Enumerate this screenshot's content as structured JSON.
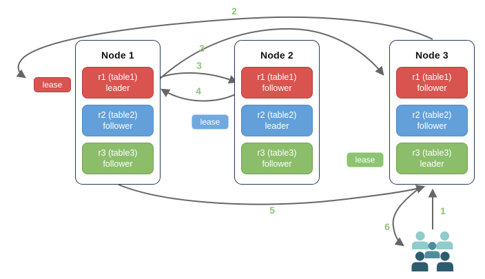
{
  "title": "Distributed replication diagram",
  "colors": {
    "background": "#ffffff",
    "node_border": "#26375b",
    "red": "#d9534f",
    "red_border": "#b5423e",
    "blue": "#63a0d9",
    "blue_border": "#4d8cc6",
    "green": "#8bbd6b",
    "green_border": "#6da24c",
    "lease_blue": "#6fa9e0",
    "lease_blue_border": "#b3d0ee",
    "lease_green": "#8cc472",
    "lease_green_border": "#c2e2ad",
    "arrow": "#666666",
    "label_green": "#8fc377",
    "users_light": "#8fcccb",
    "users_mid": "#4e8e9b",
    "users_dark": "#2e5c6e"
  },
  "nodes": [
    {
      "title": "Node 1",
      "replicas": [
        {
          "name": "r1 (table1)",
          "role": "leader",
          "color": "red"
        },
        {
          "name": "r2 (table2)",
          "role": "follower",
          "color": "blue"
        },
        {
          "name": "r3 (table3)",
          "role": "follower",
          "color": "green"
        }
      ]
    },
    {
      "title": "Node 2",
      "replicas": [
        {
          "name": "r1 (table1)",
          "role": "follower",
          "color": "red"
        },
        {
          "name": "r2 (table2)",
          "role": "leader",
          "color": "blue"
        },
        {
          "name": "r3 (table3)",
          "role": "follower",
          "color": "green"
        }
      ]
    },
    {
      "title": "Node 3",
      "replicas": [
        {
          "name": "r1 (table1)",
          "role": "follower",
          "color": "red"
        },
        {
          "name": "r2 (table2)",
          "role": "follower",
          "color": "blue"
        },
        {
          "name": "r3 (table3)",
          "role": "leader",
          "color": "green"
        }
      ]
    }
  ],
  "leases": [
    {
      "label": "lease",
      "color": "red"
    },
    {
      "label": "lease",
      "color": "blue"
    },
    {
      "label": "lease",
      "color": "green"
    }
  ],
  "arrow_labels": [
    {
      "text": "1"
    },
    {
      "text": "2"
    },
    {
      "text": "3"
    },
    {
      "text": "3"
    },
    {
      "text": "4"
    },
    {
      "text": "5"
    },
    {
      "text": "6"
    }
  ],
  "icons": {
    "users": "users-group-icon"
  }
}
